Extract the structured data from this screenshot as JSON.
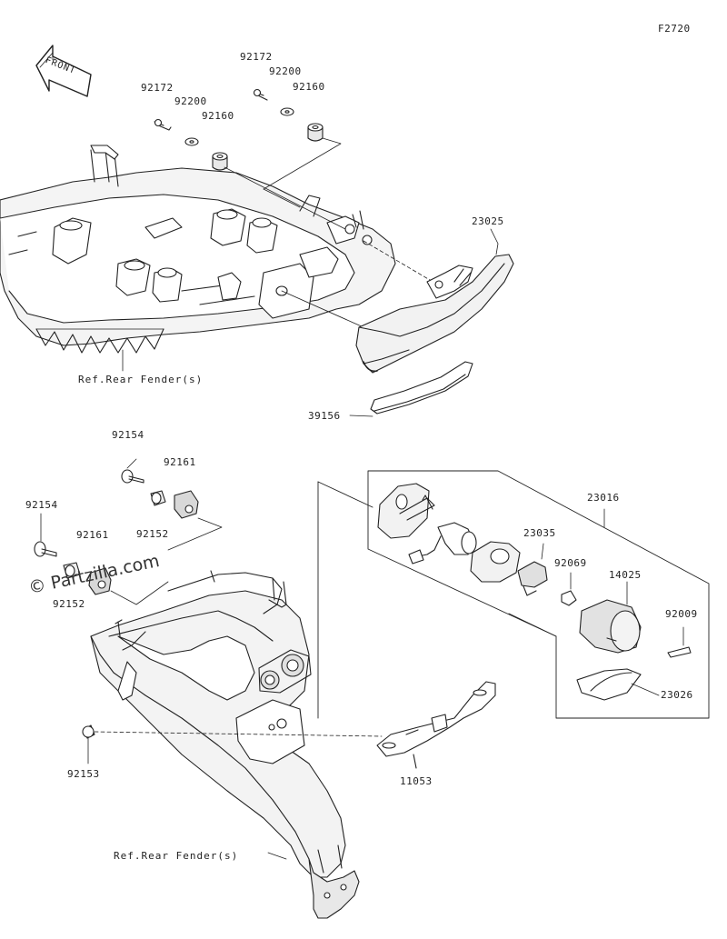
{
  "diagram_id": "F2720",
  "front_label": "FRONT",
  "watermark": "© Partzilla.com",
  "colors": {
    "line": "#222222",
    "fill_light": "#f2f2f2",
    "fill_mid": "#d9d9d9",
    "fill_dark": "#9a9a9a"
  },
  "parts": {
    "p92172a": "92172",
    "p92172b": "92172",
    "p92200a": "92200",
    "p92200b": "92200",
    "p92160a": "92160",
    "p92160b": "92160",
    "p23025": "23025",
    "p39156": "39156",
    "p92154a": "92154",
    "p92154b": "92154",
    "p92161a": "92161",
    "p92161b": "92161",
    "p92152a": "92152",
    "p92152b": "92152",
    "p23016": "23016",
    "p23035": "23035",
    "p92069": "92069",
    "p14025": "14025",
    "p92009": "92009",
    "p23026": "23026",
    "p92153": "92153",
    "p11053": "11053"
  },
  "refs": {
    "rear_fender_top": "Ref.Rear Fender(s)",
    "rear_fender_bottom": "Ref.Rear Fender(s)"
  }
}
